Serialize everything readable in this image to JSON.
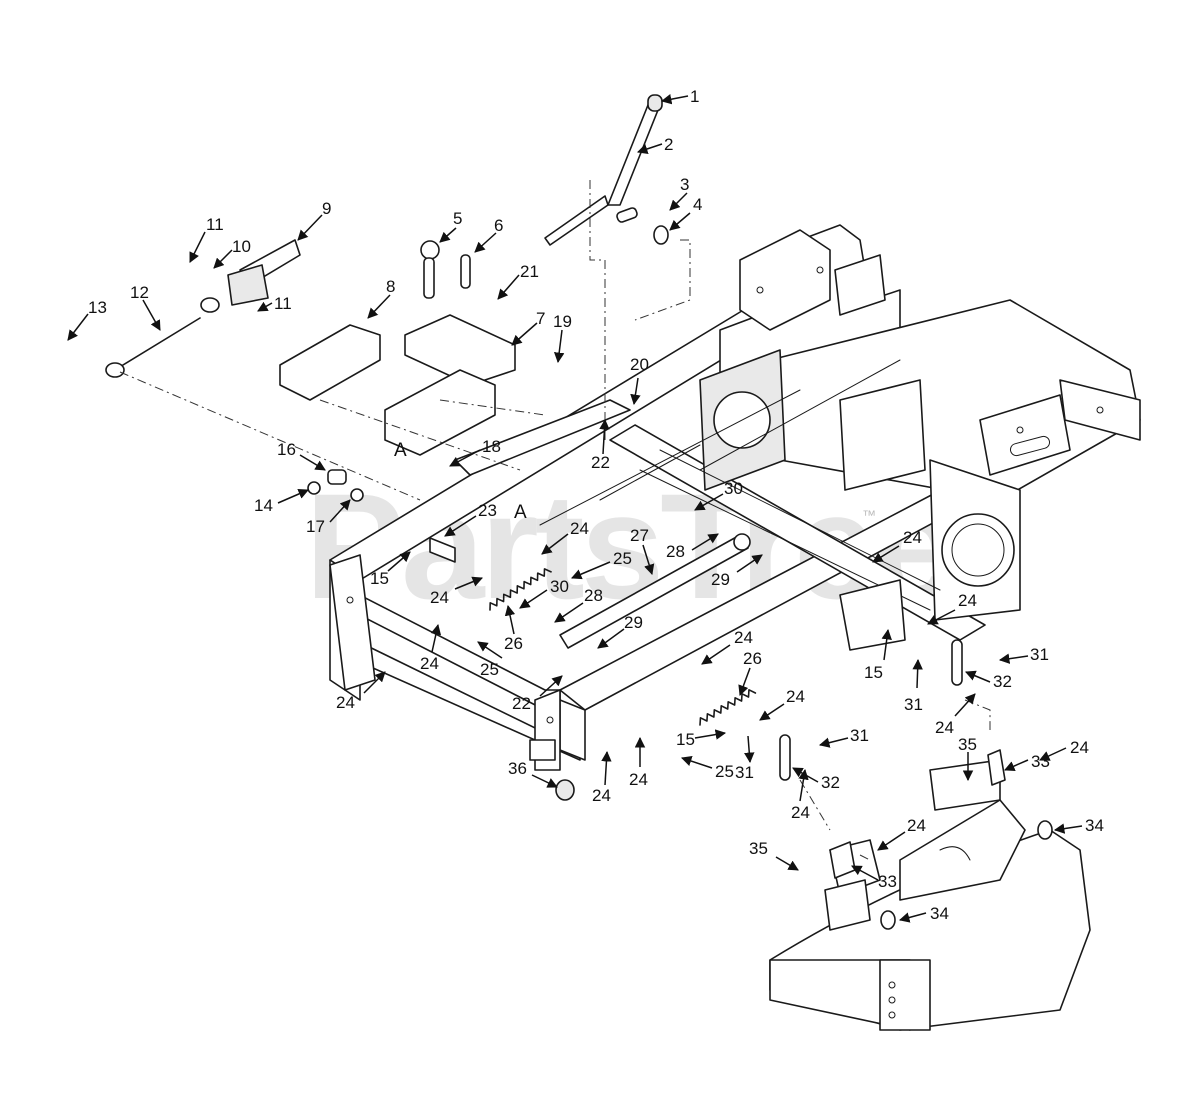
{
  "watermark": {
    "text": "PartsTree",
    "trademark": "™"
  },
  "section_markers": [
    "A",
    "A"
  ],
  "callouts": [
    "1",
    "2",
    "3",
    "4",
    "5",
    "6",
    "7",
    "8",
    "9",
    "10",
    "11",
    "11",
    "12",
    "13",
    "14",
    "15",
    "15",
    "15",
    "16",
    "17",
    "18",
    "19",
    "20",
    "21",
    "22",
    "22",
    "23",
    "24",
    "24",
    "24",
    "24",
    "24",
    "24",
    "24",
    "24",
    "24",
    "24",
    "24",
    "24",
    "24",
    "24",
    "25",
    "25",
    "25",
    "26",
    "26",
    "27",
    "28",
    "28",
    "29",
    "29",
    "30",
    "30",
    "31",
    "31",
    "31",
    "32",
    "32",
    "33",
    "33",
    "34",
    "34",
    "35",
    "35",
    "36"
  ]
}
